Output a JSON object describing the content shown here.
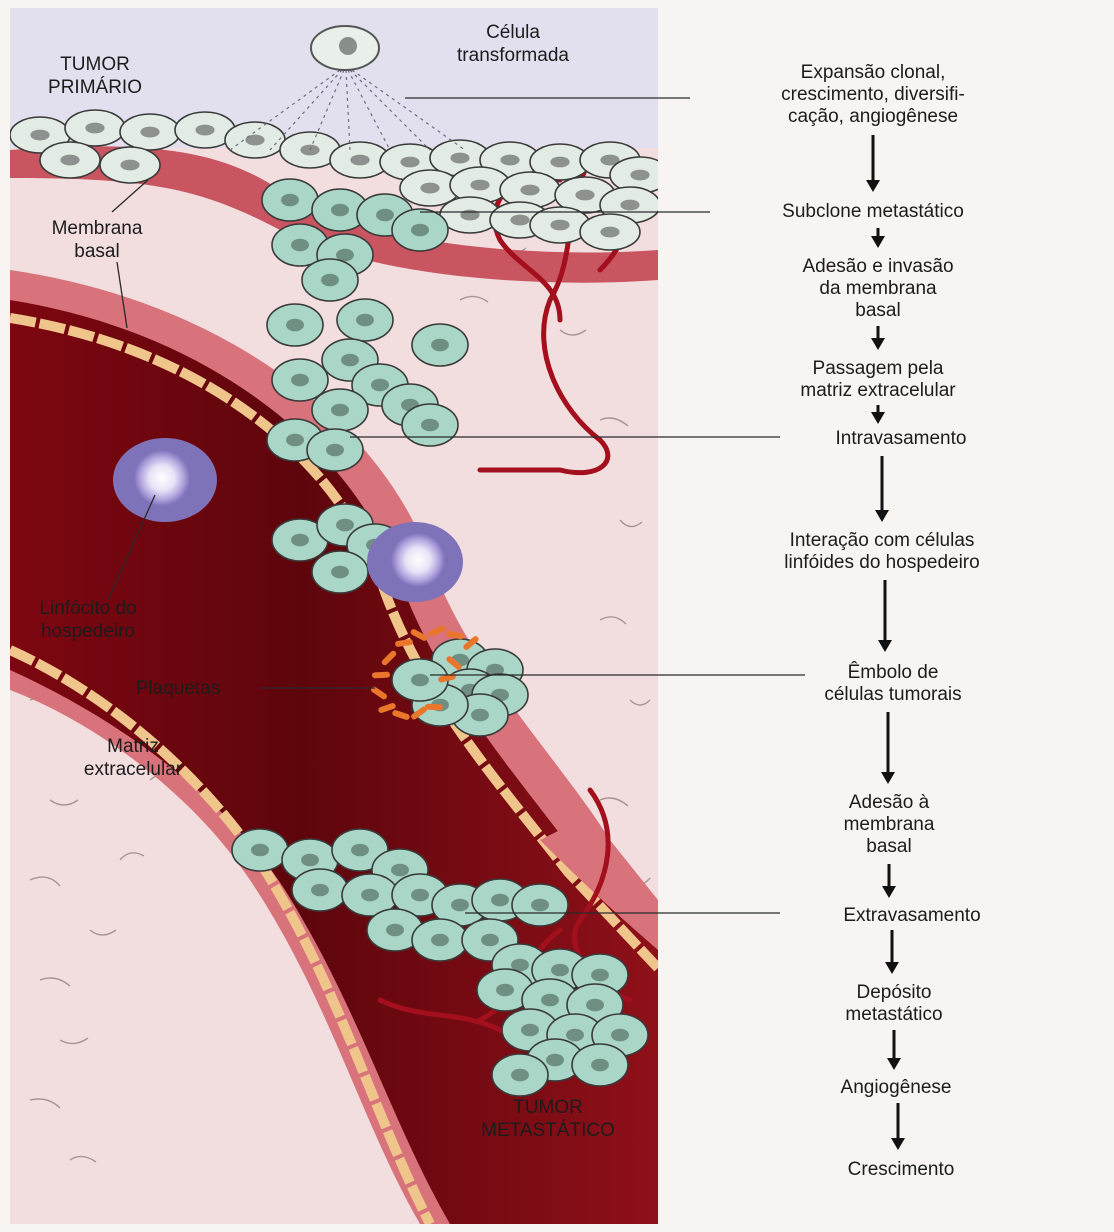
{
  "labels": {
    "tumor_primario": [
      "TUMOR",
      "PRIMÁRIO"
    ],
    "celula_transformada": [
      "Célula",
      "transformada"
    ],
    "membrana_basal": [
      "Membrana",
      "basal"
    ],
    "linfocito": [
      "Linfócito do",
      "hospedeiro"
    ],
    "plaquetas": [
      "Plaquetas"
    ],
    "matriz": [
      "Matriz",
      "extracelular"
    ],
    "tumor_metastatico": [
      "TUMOR",
      "METASTÁTICO"
    ]
  },
  "steps": [
    [
      "Expansão clonal,",
      "crescimento, diversifi-",
      "cação, angiogênese"
    ],
    [
      "Subclone metastático"
    ],
    [
      "Adesão e invasão",
      "da membrana",
      "basal"
    ],
    [
      "Passagem pela",
      "matriz extracelular"
    ],
    [
      "Intravasamento"
    ],
    [
      "Interação com células",
      "linfóides do hospedeiro"
    ],
    [
      "Êmbolo de",
      "células tumorais"
    ],
    [
      "Adesão à",
      "membrana",
      "basal"
    ],
    [
      "Extravasamento"
    ],
    [
      "Depósito",
      "metastático"
    ],
    [
      "Angiogênese"
    ],
    [
      "Crescimento"
    ]
  ],
  "colors": {
    "vessel": "#8b0d18",
    "vessel_dark": "#5e050c",
    "membrane": "#d4626c",
    "tissue": "#f4dede",
    "tumor_cell": "#a9d6c6",
    "platelet": "#e9762b",
    "lymphocyte": "#8a7fc2"
  }
}
